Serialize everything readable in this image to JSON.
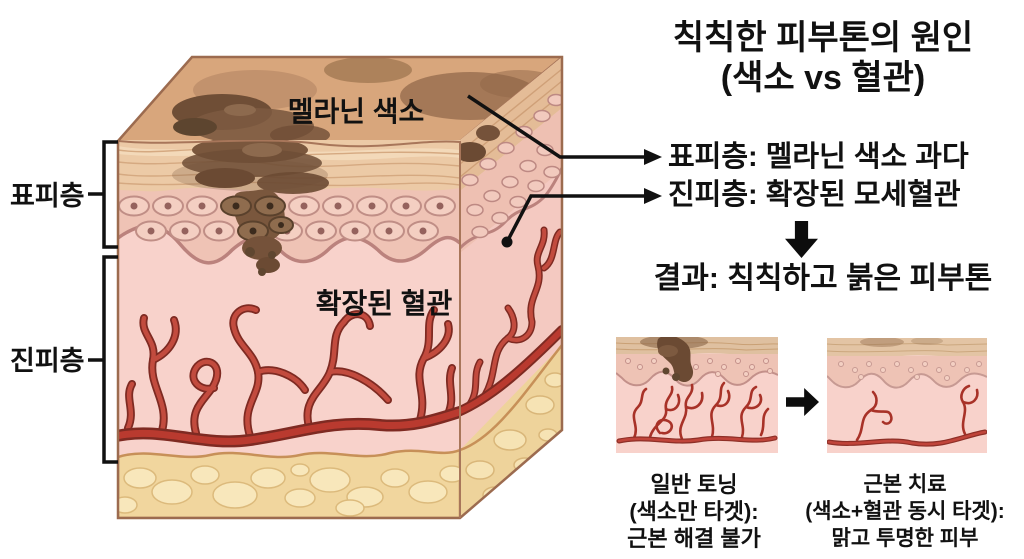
{
  "header": {
    "title_line1": "칙칙한 피부톤의 원인",
    "title_line2": "(색소 vs 혈관)"
  },
  "skin_diagram": {
    "epidermis_label": "표피층",
    "dermis_label": "진피층",
    "melanin_label": "멜라닌 색소",
    "dilated_vessels_label": "확장된 혈관"
  },
  "causes": {
    "epidermis_cause": "표피층: 멜라닌 색소 과다",
    "dermis_cause": "진피층: 확장된 모세혈관",
    "result": "결과: 칙칙하고 붉은 피부톤"
  },
  "comparison": {
    "before": {
      "title": "일반 토닝",
      "subtitle": "(색소만 타겟):",
      "outcome": "근본 해결 불가"
    },
    "after": {
      "title": "근본 치료",
      "subtitle": "(색소+혈관 동시 타겟):",
      "outcome": "맑고 투명한 피부"
    }
  },
  "colors": {
    "background": "#ffffff",
    "text": "#111111",
    "skin_top": "#d8a67c",
    "stratum_corneum": "#eccaa6",
    "epidermis_cells": "#efc3b5",
    "dermis": "#f8d2cb",
    "fat": "#f1d69e",
    "vessel_red": "#b93a2f",
    "vessel_dark": "#7e2a22",
    "melanin_brown": "#6b4a33"
  }
}
